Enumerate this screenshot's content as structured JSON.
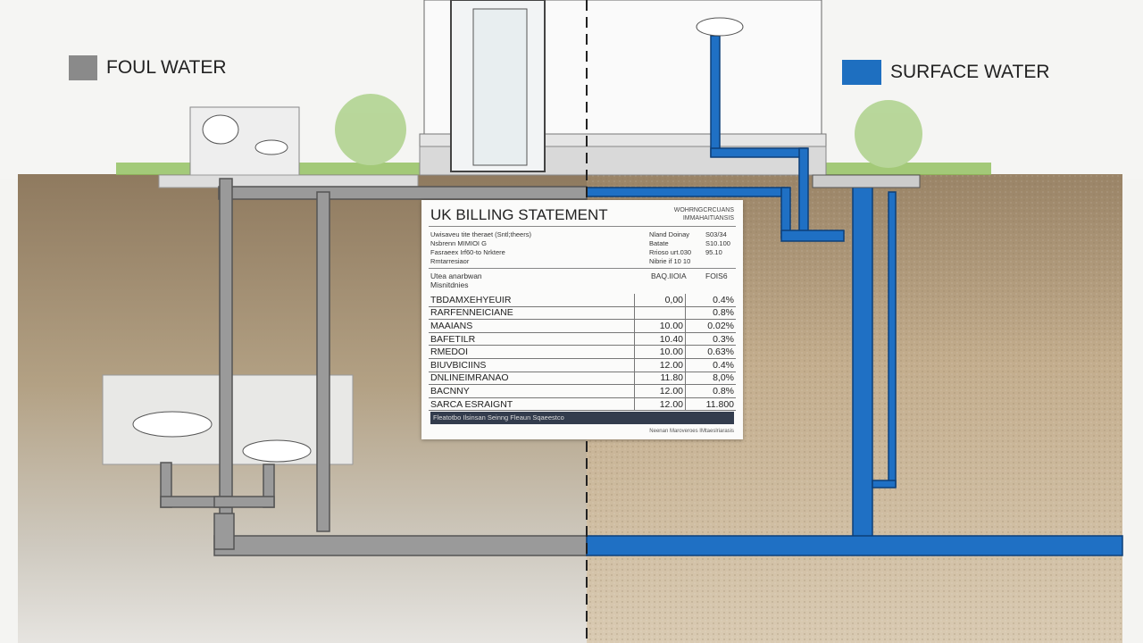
{
  "legend": {
    "foul": {
      "label": "FOUL WATER",
      "color": "#8a8a8a"
    },
    "surface": {
      "label": "SURFACE WATER",
      "color": "#1e6fc0"
    }
  },
  "statement": {
    "title": "UK BILLING STATEMENT",
    "ref_lines": [
      "WOHRNGCRCUANS",
      "IMMAHAITIANSIS"
    ],
    "info_left": [
      "Uwisaveu tite theraet (Sntl;theers)",
      "Nsbrenn MIMIOI G",
      "Fasraeex Irf60-to Nrktere",
      "Rmtarresiaor"
    ],
    "info_mid": [
      "Nland Doinay",
      "Batate",
      "Rrioso urt.030",
      "Nibrie if 10 10"
    ],
    "info_right": [
      "S03/34",
      "S10.100",
      "95.10"
    ],
    "section_left": [
      "Utea anarbwan",
      "Misnitdnies"
    ],
    "col_amount": "BAQ.IIOIA",
    "col_pct": "FOIS6",
    "rows": [
      {
        "label": "TBDAMXEHYEUIR",
        "amount": "0,00",
        "pct": "0.4%"
      },
      {
        "label": "RARFENNEICIANE",
        "amount": "",
        "pct": "0.8%"
      },
      {
        "label": "MAAIANS",
        "amount": "10.00",
        "pct": "0.02%"
      },
      {
        "label": "BAFETILR",
        "amount": "10.40",
        "pct": "0.3%"
      },
      {
        "label": "RMEDOI",
        "amount": "10.00",
        "pct": "0.63%"
      },
      {
        "label": "BIUVBICIINS",
        "amount": "12.00",
        "pct": "0.4%"
      },
      {
        "label": "DNLINEIMRANAO",
        "amount": "11.80",
        "pct": "8,0%"
      },
      {
        "label": "BACNNY",
        "amount": "12.00",
        "pct": "0.8%"
      },
      {
        "label": "SARCA ESRAIGNT",
        "amount": "12.00",
        "pct": "11.800"
      }
    ],
    "footer": "Fleatotbo Ilsinsan Seinng Fleaun Sqaeestco",
    "note": "Neenan Maroveroes IMtaeslriarasis"
  }
}
